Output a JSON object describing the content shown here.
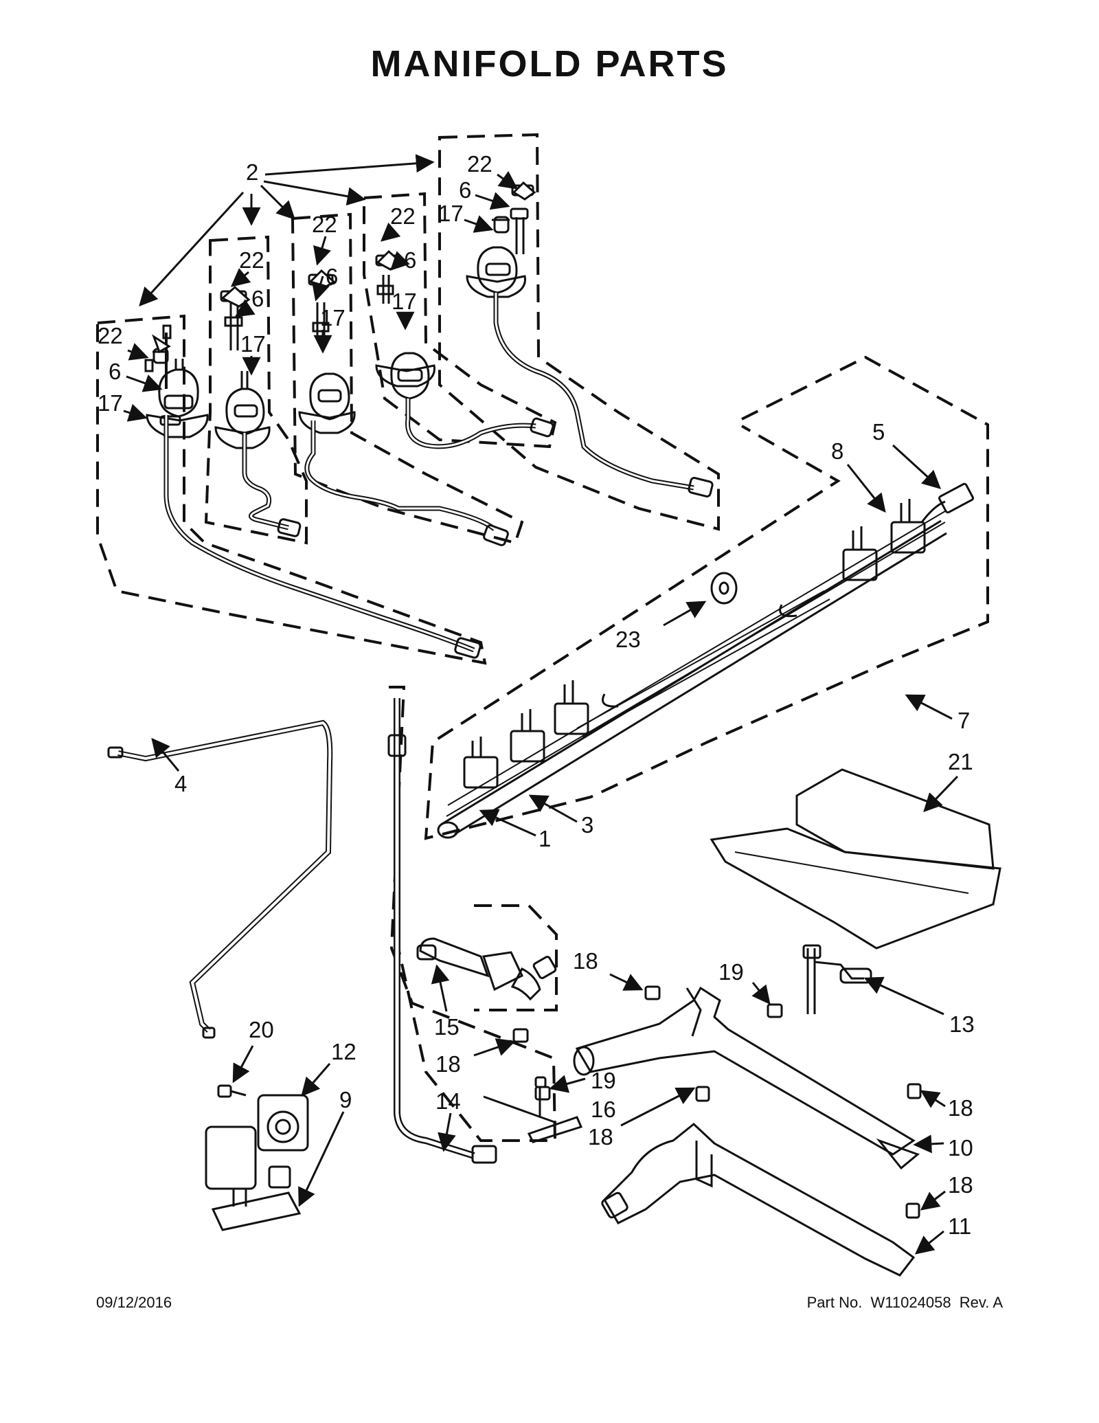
{
  "title": "MANIFOLD PARTS",
  "footer": {
    "date": "09/12/2016",
    "part_label": "Part No.",
    "part_number": "W11024058",
    "revision_label": "Rev.",
    "revision": "A"
  },
  "callouts": [
    {
      "id": "c2",
      "label": "2"
    },
    {
      "id": "c22a",
      "label": "22"
    },
    {
      "id": "c6a",
      "label": "6"
    },
    {
      "id": "c17a",
      "label": "17"
    },
    {
      "id": "c22b",
      "label": "22"
    },
    {
      "id": "c6b",
      "label": "6"
    },
    {
      "id": "c17b",
      "label": "17"
    },
    {
      "id": "c22c",
      "label": "22"
    },
    {
      "id": "c6c",
      "label": "6"
    },
    {
      "id": "c17c",
      "label": "17"
    },
    {
      "id": "c22d",
      "label": "22"
    },
    {
      "id": "c6d",
      "label": "6"
    },
    {
      "id": "c17d",
      "label": "17"
    },
    {
      "id": "c22e",
      "label": "22"
    },
    {
      "id": "c6e",
      "label": "6"
    },
    {
      "id": "c17e",
      "label": "17"
    },
    {
      "id": "c5",
      "label": "5"
    },
    {
      "id": "c8",
      "label": "8"
    },
    {
      "id": "c23",
      "label": "23"
    },
    {
      "id": "c7",
      "label": "7"
    },
    {
      "id": "c21",
      "label": "21"
    },
    {
      "id": "c4",
      "label": "4"
    },
    {
      "id": "c3",
      "label": "3"
    },
    {
      "id": "c1",
      "label": "1"
    },
    {
      "id": "c18a",
      "label": "18"
    },
    {
      "id": "c19a",
      "label": "19"
    },
    {
      "id": "c13",
      "label": "13"
    },
    {
      "id": "c15",
      "label": "15"
    },
    {
      "id": "c18b",
      "label": "18"
    },
    {
      "id": "c20",
      "label": "20"
    },
    {
      "id": "c12",
      "label": "12"
    },
    {
      "id": "c9",
      "label": "9"
    },
    {
      "id": "c14",
      "label": "14"
    },
    {
      "id": "c19b",
      "label": "19"
    },
    {
      "id": "c16",
      "label": "16"
    },
    {
      "id": "c18c",
      "label": "18"
    },
    {
      "id": "c18d",
      "label": "18"
    },
    {
      "id": "c10",
      "label": "10"
    },
    {
      "id": "c18e",
      "label": "18"
    },
    {
      "id": "c11",
      "label": "11"
    }
  ]
}
